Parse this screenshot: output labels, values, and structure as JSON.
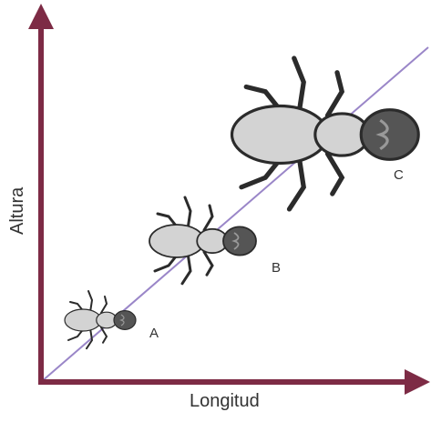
{
  "axes": {
    "y_label": "Altura",
    "x_label": "Longitud",
    "color": "#7d2b45"
  },
  "trend_line": {
    "color": "#9a86c8"
  },
  "specimens": [
    {
      "label": "A",
      "size_rank": 1
    },
    {
      "label": "B",
      "size_rank": 2
    },
    {
      "label": "C",
      "size_rank": 3
    }
  ]
}
